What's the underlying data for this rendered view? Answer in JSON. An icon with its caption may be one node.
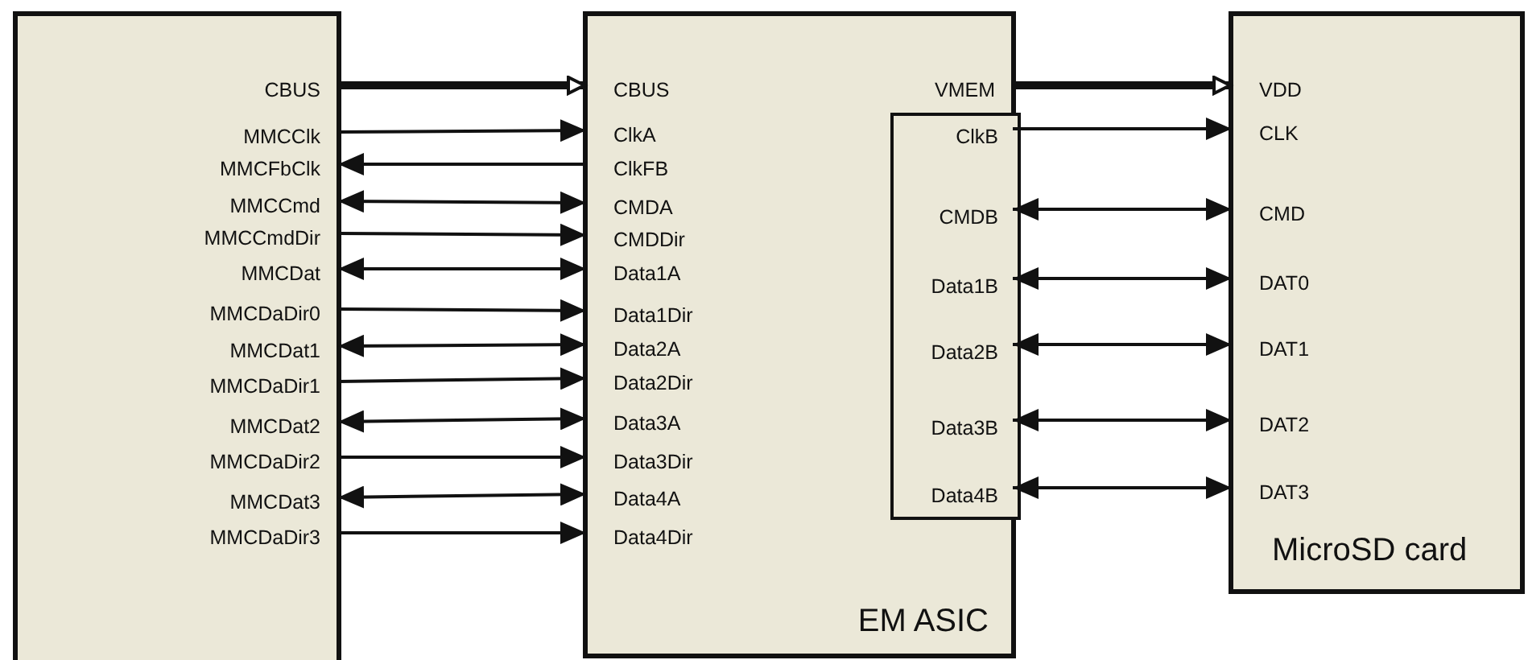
{
  "diagram": {
    "nodes": [
      {
        "text": [],
        "shape": "box"
      },
      {
        "text": [
          "CBUS"
        ],
        "in": 0
      },
      {
        "text": [
          "MMCClk"
        ],
        "in": 0
      },
      {
        "text": [
          "MMCFbClk"
        ],
        "in": 0
      },
      {
        "text": [
          "MMCCmd"
        ],
        "in": 0
      },
      {
        "text": [
          "MMCCmdDir"
        ],
        "in": 0
      },
      {
        "text": [
          "MMCDat"
        ],
        "in": 0
      },
      {
        "text": [
          "MMCDaDir0"
        ],
        "in": 0
      },
      {
        "text": [
          "MMCDat1"
        ],
        "in": 0
      },
      {
        "text": [
          "MMCDaDir1"
        ],
        "in": 0
      },
      {
        "text": [
          "MMCDat2"
        ],
        "in": 0
      },
      {
        "text": [
          "MMCDaDir2"
        ],
        "in": 0
      },
      {
        "text": [
          "MMCDat3"
        ],
        "in": 0
      },
      {
        "text": [
          "MMCDaDir3"
        ],
        "in": 0
      },
      {
        "text": [
          "EM ASIC"
        ]
      },
      {
        "text": [
          "CBUS"
        ],
        "in": 14
      },
      {
        "text": [
          "ClkA"
        ],
        "in": 14
      },
      {
        "text": [
          "ClkFB"
        ],
        "in": 14
      },
      {
        "text": [
          "CMDA"
        ],
        "in": 14
      },
      {
        "text": [
          "CMDDir"
        ],
        "in": 14
      },
      {
        "text": [
          "Data1A"
        ],
        "in": 14
      },
      {
        "text": [
          "Data1Dir"
        ],
        "in": 14
      },
      {
        "text": [
          "Data2A"
        ],
        "in": 14
      },
      {
        "text": [
          "Data2Dir"
        ],
        "in": 14
      },
      {
        "text": [
          "Data3A"
        ],
        "in": 14
      },
      {
        "text": [
          "Data3Dir"
        ],
        "in": 14
      },
      {
        "text": [
          "Data4A"
        ],
        "in": 14
      },
      {
        "text": [
          "Data4Dir"
        ],
        "in": 14
      },
      {
        "text": [
          "VMEM"
        ],
        "in": 14
      },
      {
        "text": [],
        "shape": "box",
        "in": 14
      },
      {
        "text": [
          "ClkB"
        ],
        "in": 29
      },
      {
        "text": [
          "CMDB"
        ],
        "in": 29
      },
      {
        "text": [
          "Data1B"
        ],
        "in": 29
      },
      {
        "text": [
          "Data2B"
        ],
        "in": 29
      },
      {
        "text": [
          "Data3B"
        ],
        "in": 29
      },
      {
        "text": [
          "Data4B"
        ],
        "in": 29
      },
      {
        "text": [
          "MicroSD card"
        ]
      },
      {
        "text": [
          "VDD"
        ],
        "in": 36
      },
      {
        "text": [
          "CLK"
        ],
        "in": 36
      },
      {
        "text": [
          "CMD"
        ],
        "in": 36
      },
      {
        "text": [
          "DAT0"
        ],
        "in": 36
      },
      {
        "text": [
          "DAT1"
        ],
        "in": 36
      },
      {
        "text": [
          "DAT2"
        ],
        "in": 36
      },
      {
        "text": [
          "DAT3"
        ],
        "in": 36
      }
    ],
    "edges": [
      {
        "from": 1,
        "to": 15,
        "arrow": "to",
        "style": "thick"
      },
      {
        "from": 2,
        "to": 16,
        "arrow": "to"
      },
      {
        "from": 17,
        "to": 3,
        "arrow": "to"
      },
      {
        "from": 4,
        "to": 18,
        "arrow": "both"
      },
      {
        "from": 5,
        "to": 19,
        "arrow": "to"
      },
      {
        "from": 6,
        "to": 20,
        "arrow": "both"
      },
      {
        "from": 7,
        "to": 21,
        "arrow": "to"
      },
      {
        "from": 8,
        "to": 22,
        "arrow": "both"
      },
      {
        "from": 9,
        "to": 23,
        "arrow": "to"
      },
      {
        "from": 10,
        "to": 24,
        "arrow": "both"
      },
      {
        "from": 11,
        "to": 25,
        "arrow": "to"
      },
      {
        "from": 12,
        "to": 26,
        "arrow": "both"
      },
      {
        "from": 13,
        "to": 27,
        "arrow": "to"
      },
      {
        "from": 28,
        "to": 37,
        "arrow": "to",
        "style": "thick"
      },
      {
        "from": 30,
        "to": 38,
        "arrow": "to"
      },
      {
        "from": 31,
        "to": 39,
        "arrow": "both"
      },
      {
        "from": 32,
        "to": 40,
        "arrow": "both"
      },
      {
        "from": 33,
        "to": 41,
        "arrow": "both"
      },
      {
        "from": 34,
        "to": 42,
        "arrow": "both"
      },
      {
        "from": 35,
        "to": 43,
        "arrow": "both"
      }
    ]
  }
}
